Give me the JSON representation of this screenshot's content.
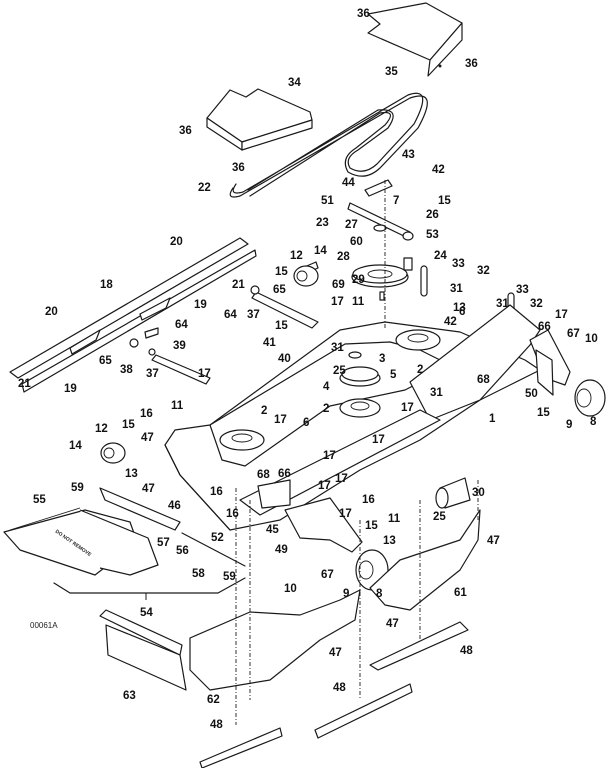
{
  "diagram": {
    "title": "Mower Deck Exploded Parts Diagram",
    "drawing_code": "00061A",
    "decal_text": "DO NOT REMOVE",
    "callouts": [
      {
        "id": "c1",
        "label": "36"
      },
      {
        "id": "c2",
        "label": "36"
      },
      {
        "id": "c3",
        "label": "35"
      },
      {
        "id": "c4",
        "label": "34"
      },
      {
        "id": "c5",
        "label": "36"
      },
      {
        "id": "c6",
        "label": "36"
      },
      {
        "id": "c7",
        "label": "22"
      },
      {
        "id": "c8",
        "label": "43"
      },
      {
        "id": "c9",
        "label": "42"
      },
      {
        "id": "c10",
        "label": "44"
      },
      {
        "id": "c11",
        "label": "51"
      },
      {
        "id": "c12",
        "label": "7"
      },
      {
        "id": "c13",
        "label": "15"
      },
      {
        "id": "c14",
        "label": "26"
      },
      {
        "id": "c15",
        "label": "23"
      },
      {
        "id": "c16",
        "label": "27"
      },
      {
        "id": "c17",
        "label": "53"
      },
      {
        "id": "c18",
        "label": "60"
      },
      {
        "id": "c19",
        "label": "24"
      },
      {
        "id": "c20",
        "label": "28"
      },
      {
        "id": "c21",
        "label": "33"
      },
      {
        "id": "c22",
        "label": "32"
      },
      {
        "id": "c23",
        "label": "29"
      },
      {
        "id": "c24",
        "label": "69"
      },
      {
        "id": "c25",
        "label": "31"
      },
      {
        "id": "c26",
        "label": "13"
      },
      {
        "id": "c27",
        "label": "12"
      },
      {
        "id": "c28",
        "label": "14"
      },
      {
        "id": "c29",
        "label": "15"
      },
      {
        "id": "c30",
        "label": "65"
      },
      {
        "id": "c31",
        "label": "20"
      },
      {
        "id": "c32",
        "label": "21"
      },
      {
        "id": "c33",
        "label": "18"
      },
      {
        "id": "c34",
        "label": "19"
      },
      {
        "id": "c35",
        "label": "64"
      },
      {
        "id": "c36",
        "label": "37"
      },
      {
        "id": "c37",
        "label": "20"
      },
      {
        "id": "c38",
        "label": "64"
      },
      {
        "id": "c39",
        "label": "65"
      },
      {
        "id": "c40",
        "label": "38"
      },
      {
        "id": "c41",
        "label": "39"
      },
      {
        "id": "c42",
        "label": "37"
      },
      {
        "id": "c43",
        "label": "19"
      },
      {
        "id": "c44",
        "label": "21"
      },
      {
        "id": "c45",
        "label": "11"
      },
      {
        "id": "c46",
        "label": "17"
      },
      {
        "id": "c47",
        "label": "15"
      },
      {
        "id": "c48",
        "label": "41"
      },
      {
        "id": "c49",
        "label": "40"
      },
      {
        "id": "c50",
        "label": "31"
      },
      {
        "id": "c51",
        "label": "3"
      },
      {
        "id": "c52",
        "label": "42"
      },
      {
        "id": "c53",
        "label": "6"
      },
      {
        "id": "c54",
        "label": "25"
      },
      {
        "id": "c55",
        "label": "5"
      },
      {
        "id": "c56",
        "label": "4"
      },
      {
        "id": "c57",
        "label": "2"
      },
      {
        "id": "c58",
        "label": "2"
      },
      {
        "id": "c59",
        "label": "31"
      },
      {
        "id": "c60",
        "label": "33"
      },
      {
        "id": "c61",
        "label": "31"
      },
      {
        "id": "c62",
        "label": "32"
      },
      {
        "id": "c63",
        "label": "17"
      },
      {
        "id": "c64",
        "label": "66"
      },
      {
        "id": "c65",
        "label": "67"
      },
      {
        "id": "c66",
        "label": "10"
      },
      {
        "id": "c67",
        "label": "68"
      },
      {
        "id": "c68",
        "label": "50"
      },
      {
        "id": "c69",
        "label": "15"
      },
      {
        "id": "c70",
        "label": "9"
      },
      {
        "id": "c71",
        "label": "8"
      },
      {
        "id": "c72",
        "label": "1"
      },
      {
        "id": "c73",
        "label": "17"
      },
      {
        "id": "c74",
        "label": "17"
      },
      {
        "id": "c75",
        "label": "17"
      },
      {
        "id": "c76",
        "label": "2"
      },
      {
        "id": "c77",
        "label": "17"
      },
      {
        "id": "c78",
        "label": "6"
      },
      {
        "id": "c79",
        "label": "17"
      },
      {
        "id": "c80",
        "label": "16"
      },
      {
        "id": "c81",
        "label": "11"
      },
      {
        "id": "c82",
        "label": "12"
      },
      {
        "id": "c83",
        "label": "15"
      },
      {
        "id": "c84",
        "label": "14"
      },
      {
        "id": "c85",
        "label": "47"
      },
      {
        "id": "c86",
        "label": "13"
      },
      {
        "id": "c87",
        "label": "47"
      },
      {
        "id": "c88",
        "label": "46"
      },
      {
        "id": "c89",
        "label": "59"
      },
      {
        "id": "c90",
        "label": "55"
      },
      {
        "id": "c91",
        "label": "16"
      },
      {
        "id": "c92",
        "label": "16"
      },
      {
        "id": "c93",
        "label": "68"
      },
      {
        "id": "c94",
        "label": "66"
      },
      {
        "id": "c95",
        "label": "17"
      },
      {
        "id": "c96",
        "label": "45"
      },
      {
        "id": "c97",
        "label": "17"
      },
      {
        "id": "c98",
        "label": "16"
      },
      {
        "id": "c99",
        "label": "17"
      },
      {
        "id": "c100",
        "label": "30"
      },
      {
        "id": "c101",
        "label": "11"
      },
      {
        "id": "c102",
        "label": "25"
      },
      {
        "id": "c103",
        "label": "13"
      },
      {
        "id": "c104",
        "label": "15"
      },
      {
        "id": "c105",
        "label": "49"
      },
      {
        "id": "c106",
        "label": "57"
      },
      {
        "id": "c107",
        "label": "56"
      },
      {
        "id": "c108",
        "label": "52"
      },
      {
        "id": "c109",
        "label": "58"
      },
      {
        "id": "c110",
        "label": "59"
      },
      {
        "id": "c111",
        "label": "10"
      },
      {
        "id": "c112",
        "label": "67"
      },
      {
        "id": "c113",
        "label": "9"
      },
      {
        "id": "c114",
        "label": "8"
      },
      {
        "id": "c115",
        "label": "47"
      },
      {
        "id": "c116",
        "label": "61"
      },
      {
        "id": "c117",
        "label": "47"
      },
      {
        "id": "c118",
        "label": "54"
      },
      {
        "id": "c119",
        "label": "63"
      },
      {
        "id": "c120",
        "label": "62"
      },
      {
        "id": "c121",
        "label": "47"
      },
      {
        "id": "c122",
        "label": "48"
      },
      {
        "id": "c123",
        "label": "48"
      },
      {
        "id": "c124",
        "label": "48"
      }
    ]
  }
}
